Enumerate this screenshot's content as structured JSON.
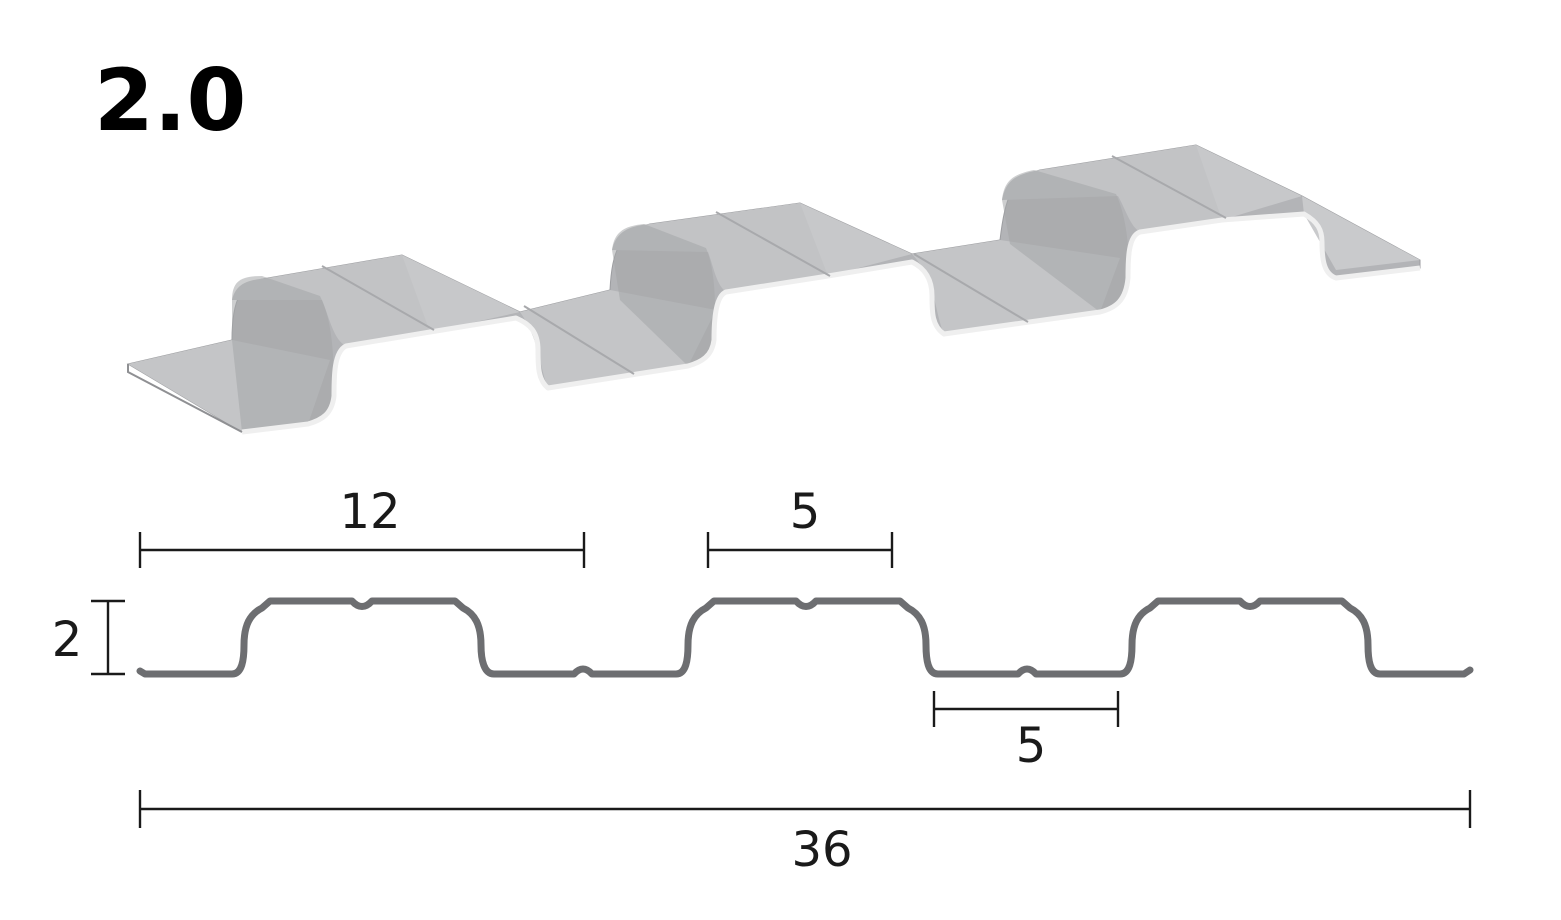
{
  "title": "2.0",
  "dimensions": {
    "rib_pitch": "12",
    "top_width": "5",
    "bottom_width": "5",
    "height": "2",
    "overall_width": "36"
  },
  "colors": {
    "profile_stroke": "#6d6e71",
    "panel_face": "#c2c3c5",
    "panel_side": "#a4a5a8",
    "panel_edge": "#efefef",
    "dimension_line": "#1a1a1a"
  }
}
